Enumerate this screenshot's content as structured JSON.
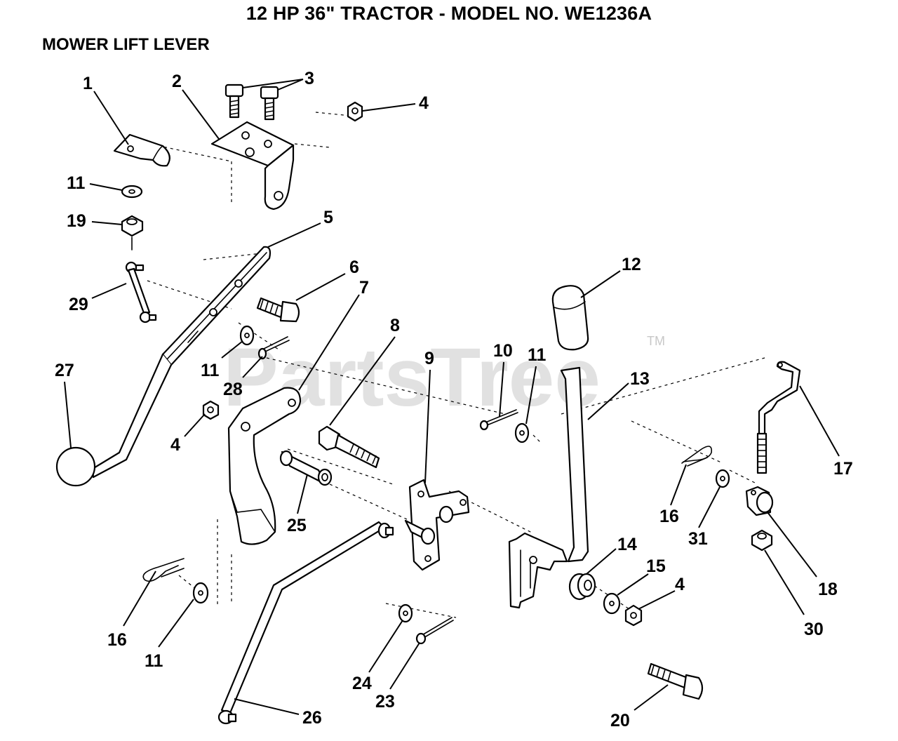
{
  "title": "12 HP 36\" TRACTOR - MODEL NO. WE1236A",
  "section": "MOWER LIFT LEVER",
  "watermark": {
    "text": "PartsTree",
    "tm": "TM"
  },
  "callouts": {
    "c1": "1",
    "c2": "2",
    "c3": "3",
    "c4a": "4",
    "c11a": "11",
    "c19": "19",
    "c5": "5",
    "c29": "29",
    "c6": "6",
    "c7": "7",
    "c27": "27",
    "c11b": "11",
    "c28": "28",
    "c8": "8",
    "c9": "9",
    "c10": "10",
    "c11c": "11",
    "c12": "12",
    "c13": "13",
    "c4b": "4",
    "c25": "25",
    "c16a": "16",
    "c31": "31",
    "c17": "17",
    "c14": "14",
    "c15": "15",
    "c4c": "4",
    "c18": "18",
    "c30": "30",
    "c16b": "16",
    "c11d": "11",
    "c24": "24",
    "c23": "23",
    "c26": "26",
    "c20": "20"
  }
}
